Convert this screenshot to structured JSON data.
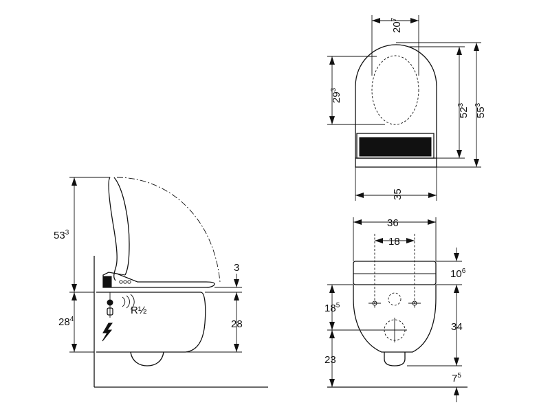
{
  "side_view": {
    "dims": {
      "total_height": {
        "base": "53",
        "sup": "3"
      },
      "seat_gap": "3",
      "floor_to_rim_left": {
        "base": "28",
        "sup": "4"
      },
      "floor_to_rim_right": "28"
    },
    "connection_label": "R½",
    "icons": [
      "water-connection-icon",
      "electric-bolt-icon"
    ]
  },
  "top_view": {
    "dims": {
      "seat_width": {
        "base": "20",
        "sup": "7"
      },
      "seat_length": {
        "base": "29",
        "sup": "3"
      },
      "length_inner": {
        "base": "52",
        "sup": "3"
      },
      "length_total": {
        "base": "55",
        "sup": "3"
      },
      "width": "35"
    }
  },
  "front_view": {
    "dims": {
      "total_width": "36",
      "bolt_spacing": "18",
      "top_offset": {
        "base": "10",
        "sup": "6"
      },
      "bolt_height": {
        "base": "18",
        "sup": "5"
      },
      "drain_to_floor": "34",
      "floor_to_drain": "23",
      "floor_offset": {
        "base": "7",
        "sup": "5"
      }
    }
  }
}
